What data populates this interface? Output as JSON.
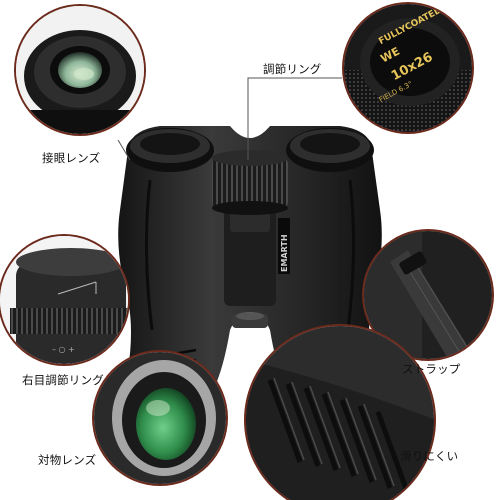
{
  "labels": {
    "eyepiece": "接眼レンズ",
    "focus_ring": "調節リング",
    "diopter_ring": "右目調節リング",
    "strap": "ストラップ",
    "objective": "対物レンズ",
    "grip": "滑りにくい"
  },
  "product": {
    "brand": "EMARTH",
    "cap_text_top": "FULLYCOATED",
    "cap_model": "WE",
    "cap_magnification": "10x26",
    "cap_text_bottom": "FIELD 6.3°"
  },
  "colors": {
    "callout_frame": "#6b2a1c",
    "callout_line": "#555555",
    "body": "#232323",
    "lens_green": "#3f9a55"
  }
}
